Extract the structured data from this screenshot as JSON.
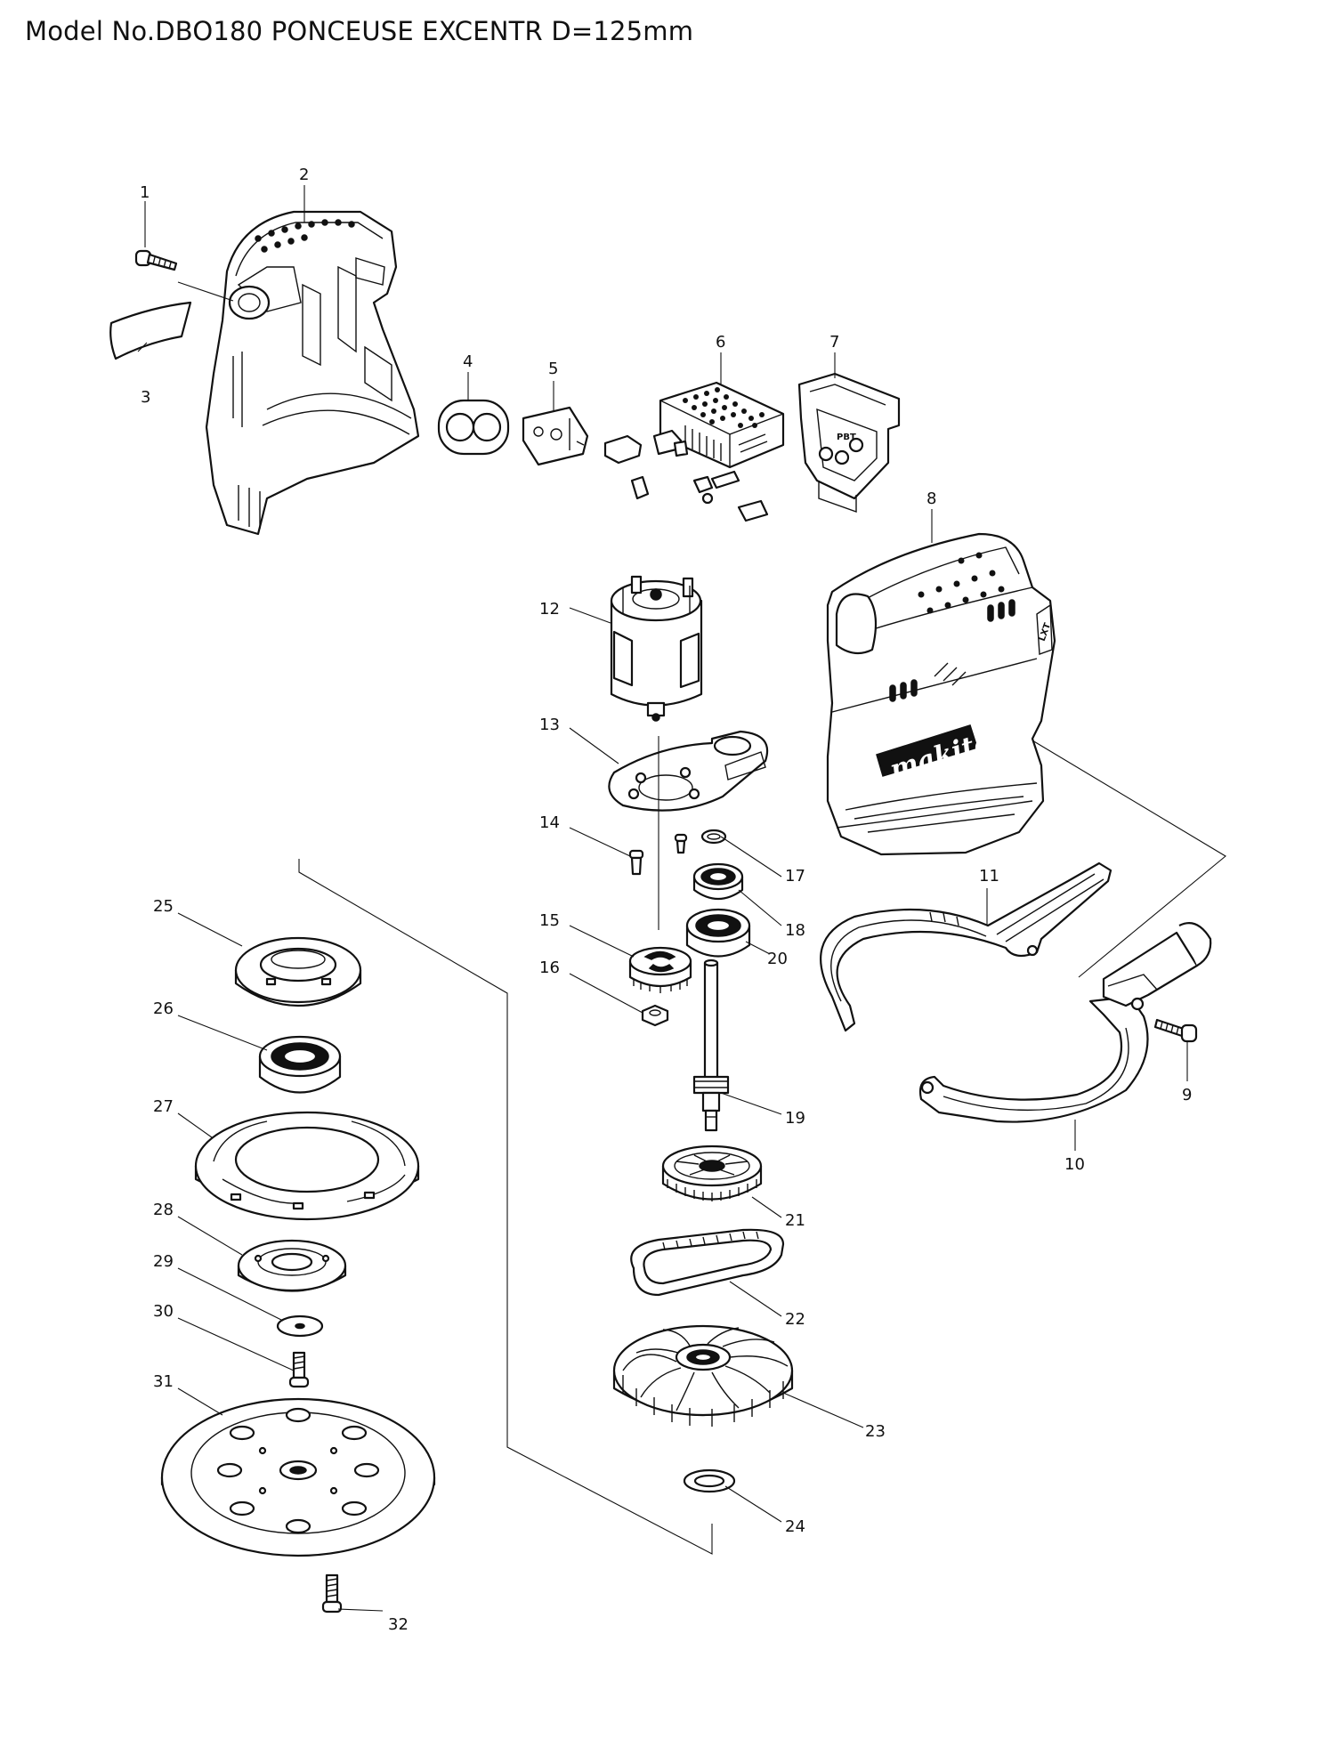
{
  "header": {
    "title": "Model No.DBO180 PONCEUSE EXCENTR D=125mm"
  },
  "callouts": [
    {
      "id": 1,
      "label": "1"
    },
    {
      "id": 2,
      "label": "2"
    },
    {
      "id": 3,
      "label": "3"
    },
    {
      "id": 4,
      "label": "4"
    },
    {
      "id": 5,
      "label": "5"
    },
    {
      "id": 6,
      "label": "6"
    },
    {
      "id": 7,
      "label": "7"
    },
    {
      "id": 8,
      "label": "8"
    },
    {
      "id": 9,
      "label": "9"
    },
    {
      "id": 10,
      "label": "10"
    },
    {
      "id": 11,
      "label": "11"
    },
    {
      "id": 12,
      "label": "12"
    },
    {
      "id": 13,
      "label": "13"
    },
    {
      "id": 14,
      "label": "14"
    },
    {
      "id": 15,
      "label": "15"
    },
    {
      "id": 16,
      "label": "16"
    },
    {
      "id": 17,
      "label": "17"
    },
    {
      "id": 18,
      "label": "18"
    },
    {
      "id": 19,
      "label": "19"
    },
    {
      "id": 20,
      "label": "20"
    },
    {
      "id": 21,
      "label": "21"
    },
    {
      "id": 22,
      "label": "22"
    },
    {
      "id": 23,
      "label": "23"
    },
    {
      "id": 24,
      "label": "24"
    },
    {
      "id": 25,
      "label": "25"
    },
    {
      "id": 26,
      "label": "26"
    },
    {
      "id": 27,
      "label": "27"
    },
    {
      "id": 28,
      "label": "28"
    },
    {
      "id": 29,
      "label": "29"
    },
    {
      "id": 30,
      "label": "30"
    },
    {
      "id": 31,
      "label": "31"
    },
    {
      "id": 32,
      "label": "32"
    }
  ],
  "brand": {
    "logo": "makita",
    "badge": "LXT",
    "battery_label": "PBT"
  }
}
